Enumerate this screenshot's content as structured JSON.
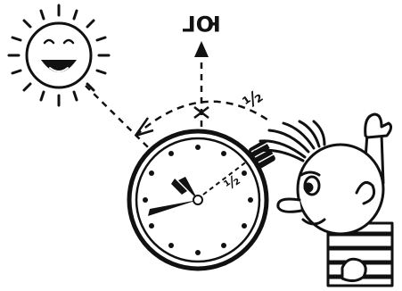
{
  "labels": {
    "south": "ЮГ",
    "half": "½",
    "half_small": "½"
  },
  "colors": {
    "ink": "#111111",
    "paper": "#ffffff"
  },
  "icons": {
    "sun": "smiling-sun",
    "watch": "wrist-watch",
    "boy": "cartoon-boy"
  }
}
